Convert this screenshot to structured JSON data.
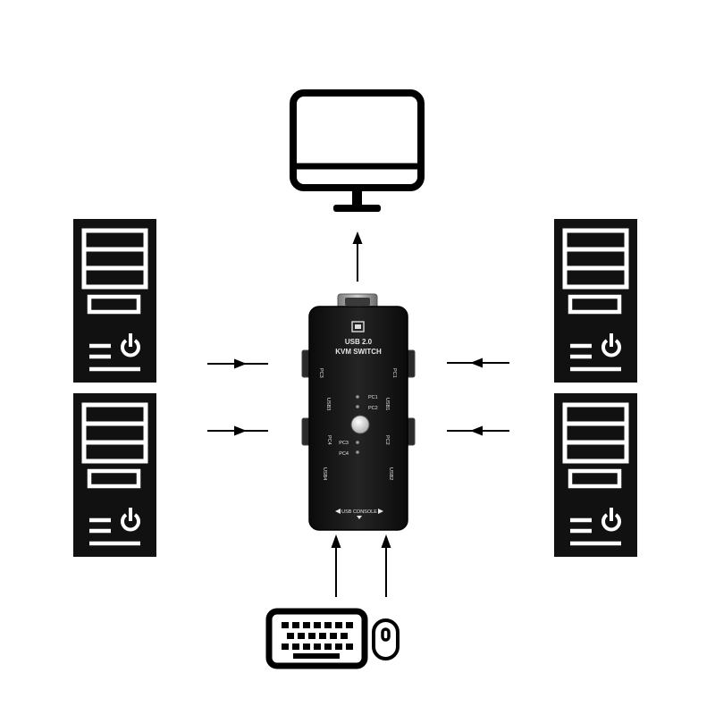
{
  "kvm_switch": {
    "title_line1": "USB 2.0",
    "title_line2": "KVM SWITCH",
    "led_labels": [
      "PC1",
      "PC2",
      "PC3",
      "PC4"
    ],
    "side_labels": [
      "PC1",
      "PC2",
      "PC3",
      "PC4"
    ],
    "usb_labels": [
      "USB1",
      "USB2",
      "USB3",
      "USB4"
    ],
    "console_label": "USB CONSOLE"
  },
  "devices": [
    "monitor",
    "computer-tower",
    "computer-tower",
    "computer-tower",
    "computer-tower",
    "keyboard",
    "mouse"
  ],
  "colors": {
    "ink": "#000000",
    "device_fill": "#111111",
    "background": "#ffffff"
  }
}
